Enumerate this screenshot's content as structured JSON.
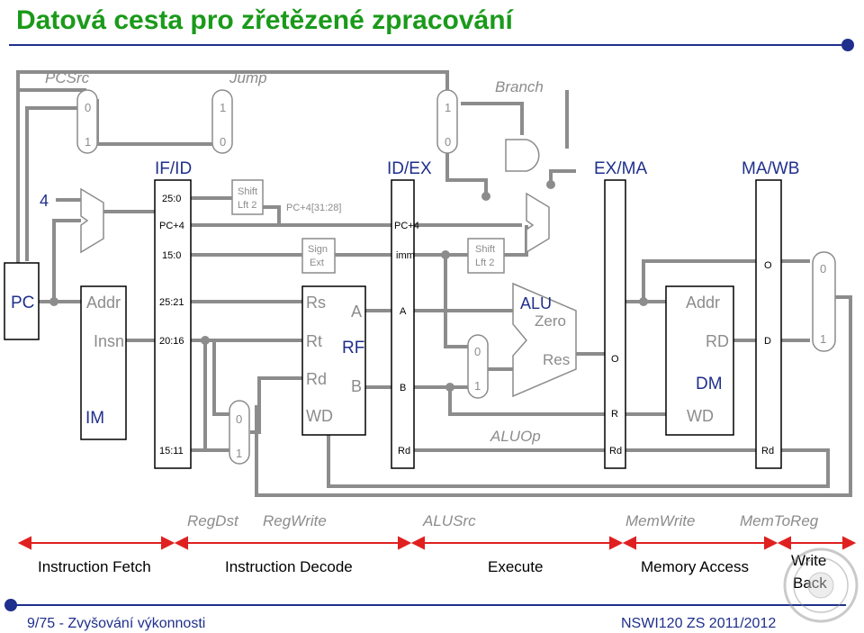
{
  "title": "Datová cesta pro zřetězené zpracování",
  "controls": {
    "pcsrc": "PCSrc",
    "jump": "Jump",
    "branch": "Branch",
    "regdst": "RegDst",
    "regwrite": "RegWrite",
    "alusrc": "ALUSrc",
    "memwrite": "MemWrite",
    "memtoreg": "MemToReg",
    "aluop": "ALUOp"
  },
  "registers": {
    "ifid": "IF/ID",
    "idex": "ID/EX",
    "exma": "EX/MA",
    "mawb": "MA/WB"
  },
  "pc": "PC",
  "const4": "4",
  "mux_labels": {
    "m1_top": "0",
    "m1_bot": "1",
    "m2_top": "1",
    "m2_bot": "0",
    "m3_top": "1",
    "m3_bot": "0",
    "rd_top": "0",
    "rd_bot": "1",
    "alu_top": "0",
    "alu_bot": "1",
    "wb_top": "0",
    "wb_bot": "1"
  },
  "imem": {
    "addr": "Addr",
    "insn": "Insn",
    "name": "IM"
  },
  "ifid_fields": {
    "f1": "25:0",
    "f2": "PC+4",
    "f3": "15:0",
    "f4": "25:21",
    "f5": "20:16",
    "f6": "15:11"
  },
  "shift1": {
    "a": "Shift",
    "b": "Lft 2"
  },
  "pc_concat": "PC+4[31:28]",
  "signext": {
    "a": "Sign",
    "b": "Ext"
  },
  "rf": {
    "rs": "Rs",
    "rt": "Rt",
    "rd": "Rd",
    "wd": "WD",
    "a": "A",
    "b": "B",
    "name": "RF"
  },
  "idex_fields": {
    "pc4": "PC+4",
    "imm": "imm",
    "a": "A",
    "b": "B",
    "rd": "Rd"
  },
  "shift2": {
    "a": "Shift",
    "b": "Lft 2"
  },
  "alu": {
    "name": "ALU",
    "zero": "Zero",
    "res": "Res"
  },
  "exma_fields": {
    "o": "O",
    "r": "R",
    "rd": "Rd"
  },
  "dmem": {
    "addr": "Addr",
    "rd": "RD",
    "name": "DM",
    "wd": "WD"
  },
  "mawb_fields": {
    "o": "O",
    "d": "D",
    "rd": "Rd"
  },
  "phases": [
    "Instruction Fetch",
    "Instruction Decode",
    "Execute",
    "Memory Access"
  ],
  "writeback": {
    "a": "Write",
    "b": "Back"
  },
  "footer": {
    "left": "9/75 - Zvyšování výkonnosti",
    "right": "NSWI120 ZS 2011/2012"
  },
  "colors": {
    "title": "#1a9a1a",
    "accent": "#1f2f8c",
    "wire": "#8c8c8c",
    "arrow": "#e02020"
  }
}
